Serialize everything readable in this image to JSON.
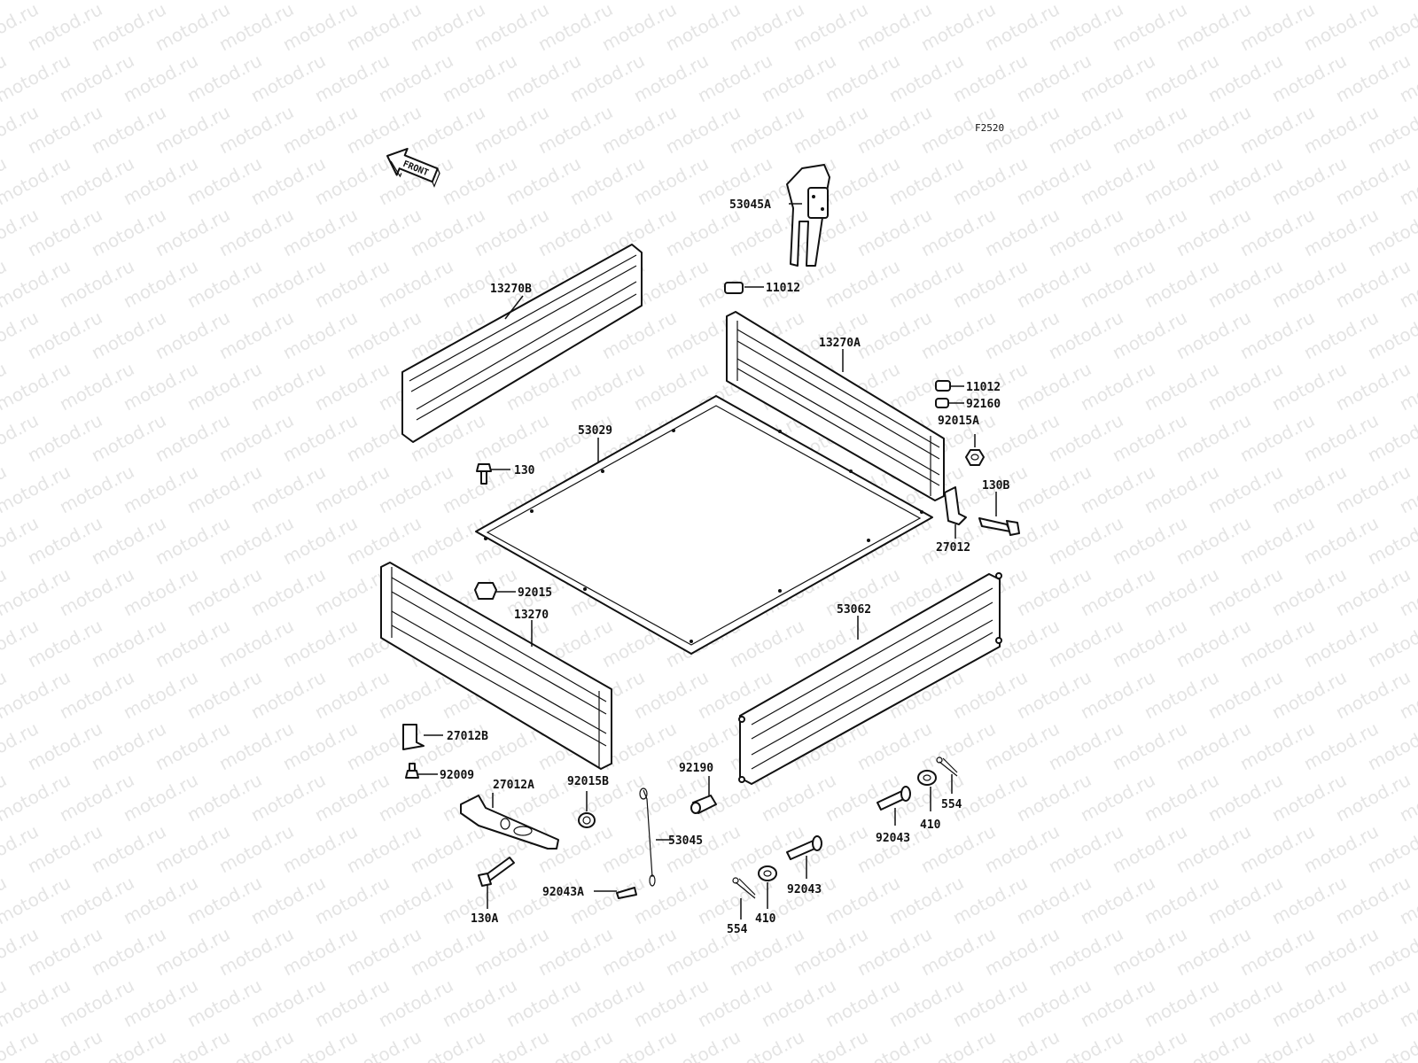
{
  "diagram": {
    "figure_code": "F2520",
    "front_label": "FRONT",
    "watermark": "motod.ru",
    "parts": [
      {
        "id": "53045A"
      },
      {
        "id": "11012"
      },
      {
        "id": "13270B"
      },
      {
        "id": "13270A"
      },
      {
        "id": "11012"
      },
      {
        "id": "92160"
      },
      {
        "id": "92015A"
      },
      {
        "id": "53029"
      },
      {
        "id": "130"
      },
      {
        "id": "130B"
      },
      {
        "id": "27012"
      },
      {
        "id": "92015"
      },
      {
        "id": "13270"
      },
      {
        "id": "53062"
      },
      {
        "id": "27012B"
      },
      {
        "id": "92009"
      },
      {
        "id": "27012A"
      },
      {
        "id": "92015B"
      },
      {
        "id": "92190"
      },
      {
        "id": "53045"
      },
      {
        "id": "92043A"
      },
      {
        "id": "130A"
      },
      {
        "id": "554"
      },
      {
        "id": "410"
      },
      {
        "id": "92043"
      },
      {
        "id": "92043"
      },
      {
        "id": "410"
      },
      {
        "id": "554"
      }
    ]
  }
}
